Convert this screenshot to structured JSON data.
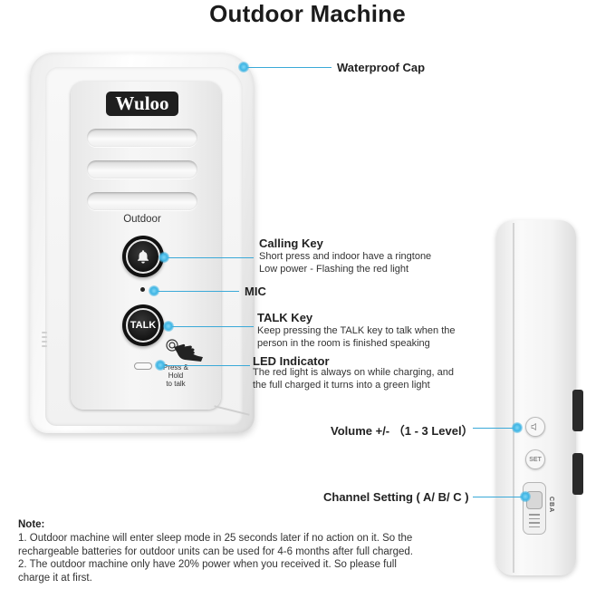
{
  "title": "Outdoor Machine",
  "device": {
    "logo": "Wuloo",
    "outdoor_label": "Outdoor",
    "talk_button": "TALK",
    "press_hold_line1": "Press & Hold",
    "press_hold_line2": "to talk",
    "set_button": "SET",
    "channel_switch_letters": "CBA"
  },
  "callouts": {
    "waterproof_cap": "Waterproof Cap",
    "calling_key": {
      "label": "Calling Key",
      "line1": "Short press and indoor have a ringtone",
      "line2": "Low power - Flashing the red light"
    },
    "mic": "MIC",
    "talk_key": {
      "label": "TALK Key",
      "line1": "Keep pressing the TALK key to talk when the",
      "line2": "person in the room is finished speaking"
    },
    "led_indicator": {
      "label": "LED Indicator",
      "line1": "The red light is always on while charging, and",
      "line2": "the full charged it turns into a green light"
    },
    "volume": "Volume +/-   （1 - 3 Level）",
    "channel_setting": "Channel Setting ( A/ B/ C )"
  },
  "note": {
    "heading": "Note:",
    "line1": "1. Outdoor machine will enter sleep mode in 25 seconds later if no action on it. So the",
    "line2": "rechargeable batteries for outdoor units can be used for 4-6 months after full charged.",
    "line3": "2. The outdoor machine only have 20% power when you received it. So please full",
    "line4": "charge it at first."
  },
  "colors": {
    "callout_line": "#3aa9d8",
    "device_white": "#f4f4f4",
    "button_black": "#111111"
  },
  "icons": [
    "bell-icon",
    "hand-press-icon",
    "speaker-icon"
  ]
}
